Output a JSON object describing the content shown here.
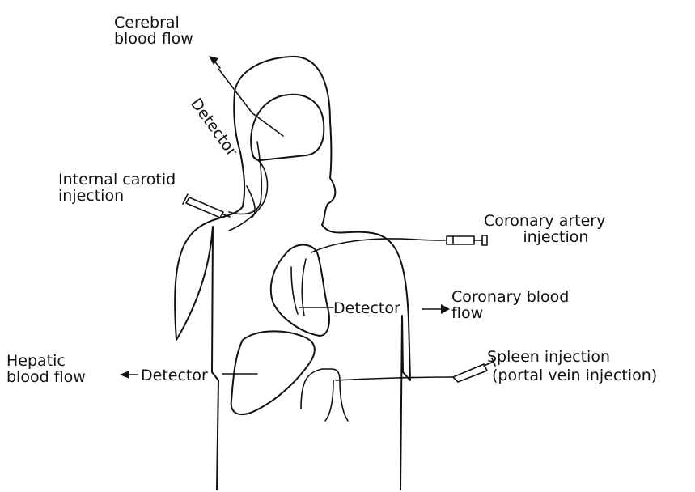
{
  "labels": {
    "cerebral": "Cerebral\nblood flow",
    "detector_brain": "Detector",
    "internal_carotid": "Internal carotid\ninjection",
    "coronary_artery": "Coronary artery\n        injection",
    "detector_heart": "Detector",
    "coronary_flow": "Coronary blood\nflow",
    "hepatic": "Hepatic\nblood flow",
    "detector_liver": "Detector",
    "spleen_line1": "Spleen injection",
    "spleen_line2": "(portal vein injection)"
  },
  "colors": {
    "ink": "#111111",
    "background": "#ffffff"
  }
}
